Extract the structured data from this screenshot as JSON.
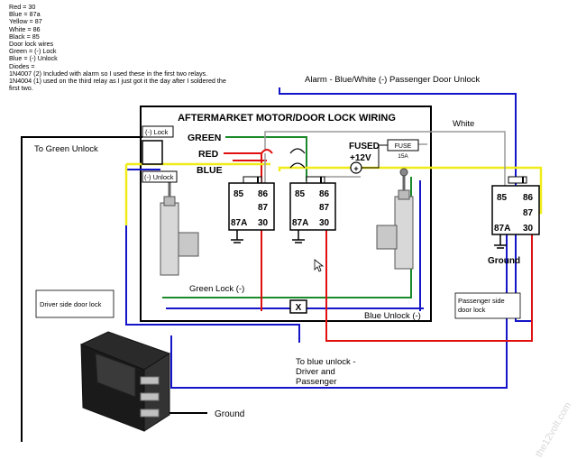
{
  "notes": [
    "Red = 30",
    "Blue = 87a",
    "Yellow = 87",
    "White = 86",
    "Black = 85",
    "Door lock wires",
    "Green = (-) Lock",
    "Blue = (-) Unlock",
    "Diodes =",
    "1N4007 (2) Included with alarm so I used these in the first two relays.",
    "1N4004 (1) used on the third relay as I just got it the day after I soldered the",
    "first two."
  ],
  "labels": {
    "alarm_unlock": "Alarm - Blue/White (-) Passenger Door Unlock",
    "title": "AFTERMARKET MOTOR/DOOR LOCK WIRING",
    "white": "White",
    "to_green_unlock": "To Green Unlock",
    "lock_tag": "(-) Lock",
    "unlock_tag": "(-) Unlock",
    "green": "GREEN",
    "red": "RED",
    "blue": "BLUE",
    "fused": "FUSED",
    "plus12v": "+12V",
    "fuse_box": "FUSE",
    "fuse_rating": "15A",
    "green_lock": "Green Lock (-)",
    "blue_unlock": "Blue Unlock (-)",
    "junction": "X",
    "ground_right": "Ground",
    "ground_bottom": "Ground",
    "driver_door": "Driver side door lock",
    "passenger_door_1": "Passenger side",
    "passenger_door_2": "door lock",
    "to_blue_1": "To blue unlock -",
    "to_blue_2": "Driver and",
    "to_blue_3": "Passenger",
    "watermark": "the12volt.com"
  },
  "relay_pins": {
    "p85": "85",
    "p86": "86",
    "p87": "87",
    "p87a": "87A",
    "p30": "30"
  },
  "colors": {
    "green_wire": "#1a8a2a",
    "red_wire": "#e01010",
    "blue_wire": "#1414c8",
    "yellow_wire": "#f0ec1a",
    "white_wire": "#9a9a9a",
    "black_wire": "#000000"
  }
}
